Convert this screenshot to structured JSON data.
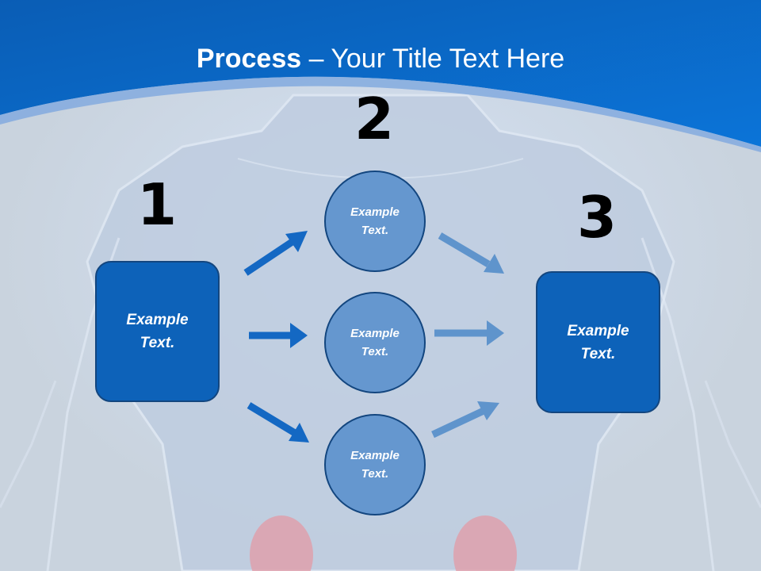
{
  "slide": {
    "title_bold": "Process",
    "title_rest": " – Your Title Text Here",
    "steps": {
      "one": "1",
      "two": "2",
      "three": "3"
    },
    "left_box_text": "Example\nText.",
    "right_box_text": "Example\nText.",
    "circles": [
      {
        "text": "Example\nText."
      },
      {
        "text": "Example\nText."
      },
      {
        "text": "Example\nText."
      }
    ]
  },
  "colors": {
    "header_blue": "#0a6fd1",
    "box_fill": "#0d62b9",
    "circle_fill": "#6597cf",
    "outline": "#13467f",
    "arrow_dark": "#1468c3",
    "arrow_light": "#5f94cc",
    "background": "#c9d3de"
  }
}
